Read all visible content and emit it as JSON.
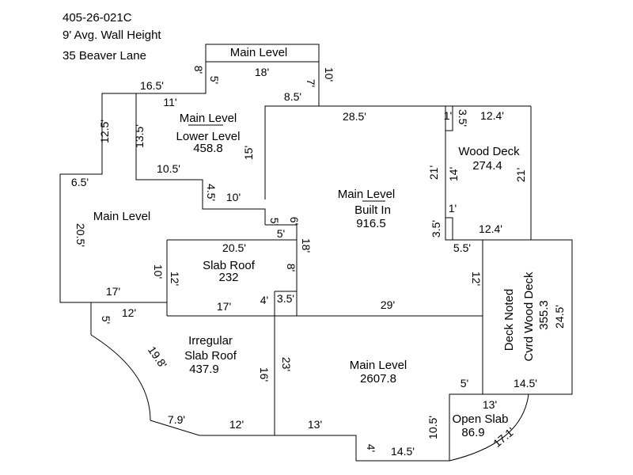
{
  "header": {
    "parcel_id": "405-26-021C",
    "wall_height": "9' Avg. Wall Height",
    "address": "35 Beaver Lane"
  },
  "areas": {
    "main_level_top": {
      "label": "Main Level"
    },
    "main_lower": {
      "label1": "Main Level",
      "label2": "Lower Level",
      "area": "458.8"
    },
    "main_left": {
      "label": "Main Level"
    },
    "slab_roof": {
      "label": "Slab Roof",
      "area": "232"
    },
    "main_built_in": {
      "label1": "Main Level",
      "label2": "Built In",
      "area": "916.5"
    },
    "wood_deck": {
      "label": "Wood Deck",
      "area": "274.4"
    },
    "deck_noted": {
      "label1": "Deck Noted",
      "label2": "Cvrd Wood Deck",
      "area": "355.3",
      "dim": "24.5'"
    },
    "irregular_slab": {
      "label1": "Irregular",
      "label2": "Slab Roof",
      "area": "437.9"
    },
    "main_big": {
      "label": "Main Level",
      "area": "2607.8"
    },
    "open_slab": {
      "label": "Open Slab",
      "area": "86.9"
    }
  },
  "dimensions": {
    "d18_top": "18'",
    "d10_top": "10'",
    "d8_top": "8'",
    "d5_top": "5'",
    "d7_top": "7'",
    "d16_5": "16.5'",
    "d11": "11'",
    "d8_5": "8.5'",
    "d28_5": "28.5'",
    "d12_5": "12.5'",
    "d13_5": "13.5'",
    "d15": "15'",
    "d3_5a": "3.5'",
    "d1a": "1'",
    "d12_4a": "12.4'",
    "d21a": "21'",
    "d14": "14'",
    "d21b": "21'",
    "d6_5": "6.5'",
    "d10_5": "10.5'",
    "d4_5": "4.5'",
    "d10b": "10'",
    "d5b": "5'",
    "d6": "6'",
    "d5c": "5'",
    "d1b": "1'",
    "d3_5b": "3.5'",
    "d12_4b": "12.4'",
    "d20_5a": "20.5'",
    "d20_5b": "20.5'",
    "d18b": "18'",
    "d5_5": "5.5'",
    "d10c": "10'",
    "d12a": "12'",
    "d8b": "8'",
    "d12b": "12'",
    "d17a": "17'",
    "d17b": "17'",
    "d4a": "4'",
    "d3_5c": "3.5'",
    "d29": "29'",
    "d12c": "12'",
    "d5d": "5'",
    "d19_8": "19.8'",
    "d16": "16'",
    "d23": "23'",
    "d5e": "5'",
    "d14_5a": "14.5'",
    "d13a": "13'",
    "d7_9": "7.9'",
    "d12d": "12'",
    "d13b": "13'",
    "d10_5b": "10.5'",
    "d4b": "4'",
    "d14_5b": "14.5'",
    "d17_1": "17.1'"
  }
}
